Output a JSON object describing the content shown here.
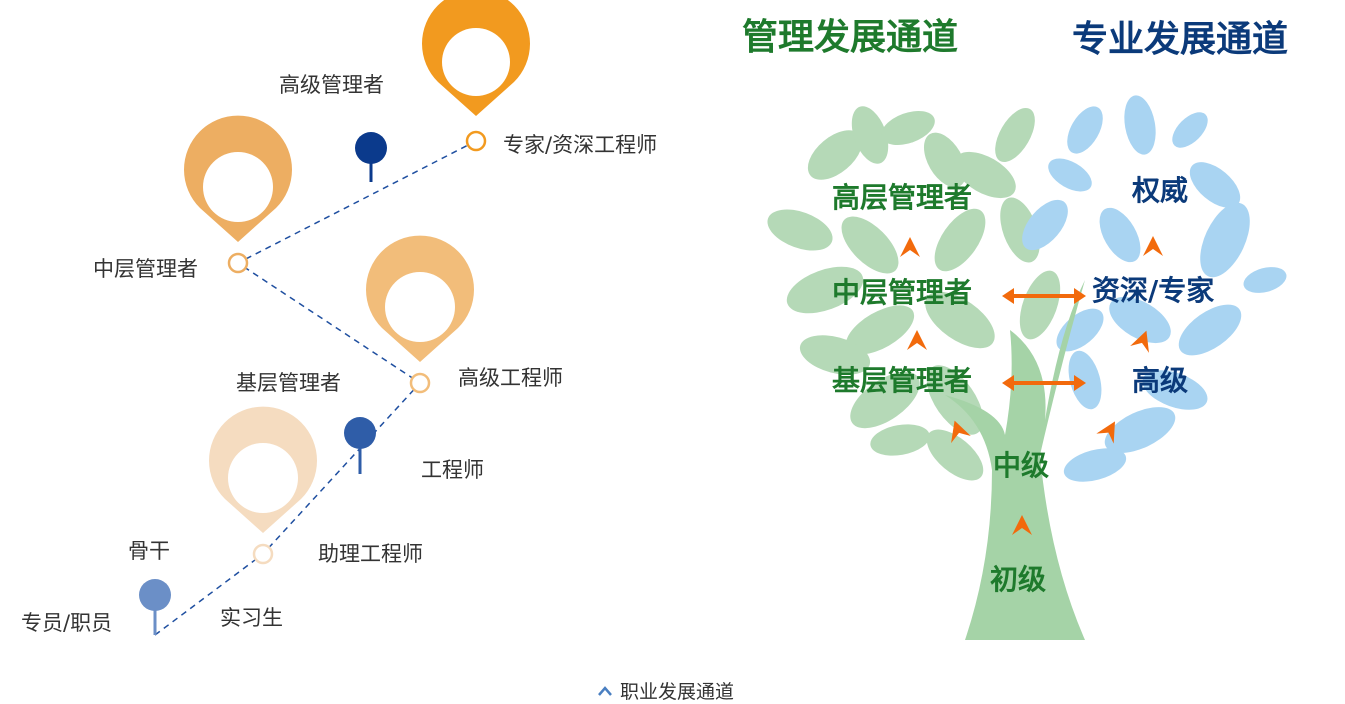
{
  "colors": {
    "green_title": "#1e7a2c",
    "blue_title": "#0b3a7a",
    "orange_dark": "#f29a1f",
    "orange_mid": "#edae62",
    "orange_light": "#f2bd7a",
    "orange_pale": "#f5dcc0",
    "navy_pin": "#0b3a8c",
    "blue_pin": "#2f5da8",
    "light_blue_pin": "#6b8fc7",
    "leaf_green": "#b5d9b7",
    "leaf_blue": "#a9d4f2",
    "arrow_orange": "#f26a0c",
    "dashed_line": "#1f4fa0"
  },
  "left_career_path": {
    "labels": {
      "senior_manager": "高级管理者",
      "expert": "专家/资深工程师",
      "middle_manager": "中层管理者",
      "grassroots_manager": "基层管理者",
      "senior_engineer": "高级工程师",
      "engineer": "工程师",
      "backbone": "骨干",
      "assistant_engineer": "助理工程师",
      "staff": "专员/职员",
      "intern": "实习生"
    }
  },
  "tree": {
    "management_title": "管理发展通道",
    "professional_title": "专业发展通道",
    "management": {
      "senior": "高层管理者",
      "middle": "中层管理者",
      "grassroots": "基层管理者"
    },
    "professional": {
      "authority": "权威",
      "expert": "资深/专家",
      "senior": "高级"
    },
    "trunk": {
      "intermediate": "中级",
      "junior": "初级"
    }
  },
  "footer": {
    "label": "职业发展通道",
    "icon": "chevron-up-icon"
  }
}
